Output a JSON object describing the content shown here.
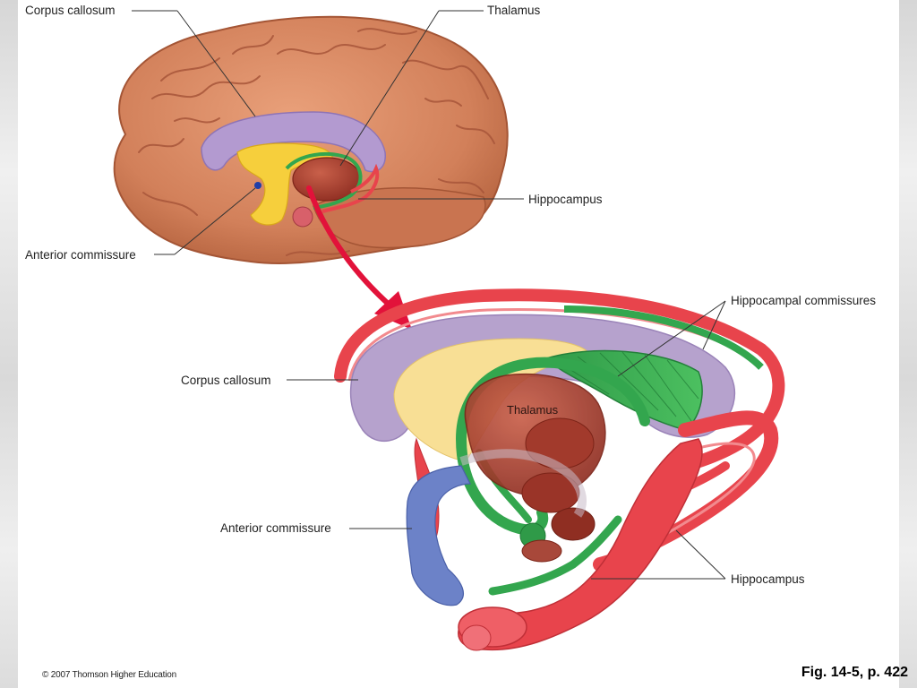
{
  "labels": {
    "top_corpus_callosum": "Corpus callosum",
    "top_thalamus": "Thalamus",
    "top_hippocampus": "Hippocampus",
    "top_anterior_commissure": "Anterior commissure",
    "hippocampal_commissures": "Hippocampal commissures",
    "bottom_corpus_callosum": "Corpus callosum",
    "bottom_thalamus": "Thalamus",
    "bottom_anterior_commissure": "Anterior commissure",
    "bottom_hippocampus": "Hippocampus"
  },
  "footer": {
    "credit": "© 2007 Thomson Higher Education",
    "figure_ref": "Fig. 14-5, p. 422"
  },
  "colors": {
    "cortex": "#d98a62",
    "cortex_dark": "#b8643f",
    "corpus_callosum": "#b49cd0",
    "fornix_yellow": "#f6cf3c",
    "hippocampus_red": "#e8444c",
    "commissure_green": "#33a64e",
    "thalamus": "#b84a3a",
    "anterior_commissure_blue": "#6c82c8",
    "arrow": "#e2123a"
  }
}
